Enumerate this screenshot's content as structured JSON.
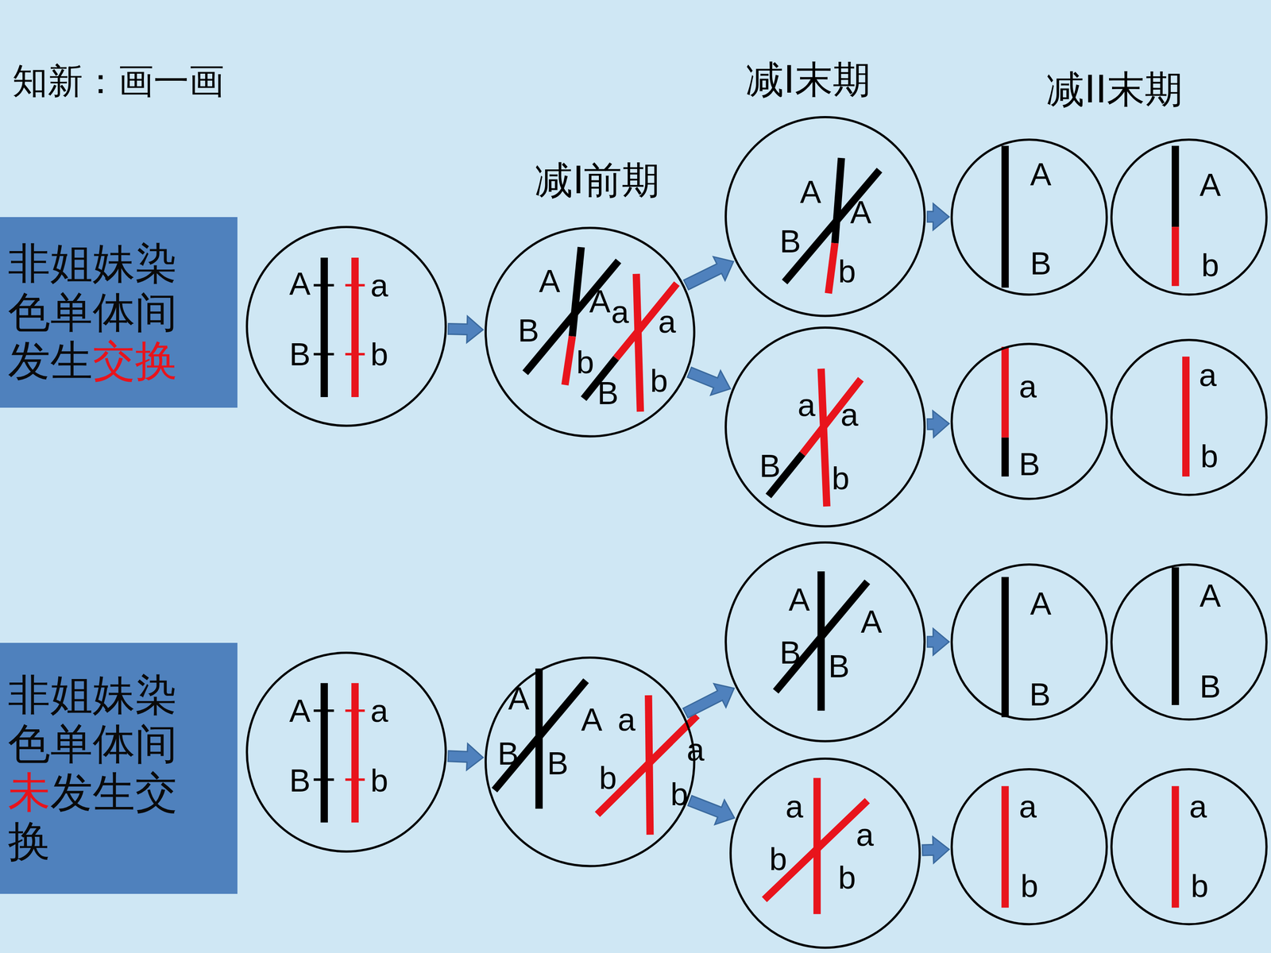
{
  "diagram": {
    "title": "知新：画一画",
    "nodes": [
      {
        "text": [
          "非姐妹染色单体间发生交换"
        ]
      },
      {
        "text": [
          "A",
          "a",
          "B",
          "b"
        ]
      },
      {
        "text": [
          "A",
          "A",
          "a",
          "a",
          "B",
          "b",
          "B",
          "b"
        ]
      },
      {
        "text": [
          "A",
          "A",
          "B",
          "b"
        ]
      },
      {
        "text": [
          "a",
          "a",
          "B",
          "b"
        ]
      },
      {
        "text": [
          "A",
          "B"
        ]
      },
      {
        "text": [
          "A",
          "b"
        ]
      },
      {
        "text": [
          "a",
          "B"
        ]
      },
      {
        "text": [
          "a",
          "b"
        ]
      },
      {
        "text": [
          "非姐妹染色单体间未发生交换"
        ]
      },
      {
        "text": [
          "A",
          "a",
          "B",
          "b"
        ]
      },
      {
        "text": [
          "A",
          "A",
          "B",
          "B",
          "a",
          "a",
          "b",
          "b"
        ]
      },
      {
        "text": [
          "A",
          "A",
          "B",
          "B"
        ]
      },
      {
        "text": [
          "a",
          "a",
          "b",
          "b"
        ]
      },
      {
        "text": [
          "A",
          "B"
        ]
      },
      {
        "text": [
          "A",
          "B"
        ]
      },
      {
        "text": [
          "a",
          "b"
        ]
      },
      {
        "text": [
          "a",
          "b"
        ]
      }
    ],
    "edges": [
      {
        "from": 1,
        "to": 2,
        "arrow": "to"
      },
      {
        "from": 2,
        "to": 3,
        "arrow": "to"
      },
      {
        "from": 2,
        "to": 4,
        "arrow": "to"
      },
      {
        "from": 3,
        "to": 5,
        "arrow": "to"
      },
      {
        "from": 4,
        "to": 7,
        "arrow": "to"
      },
      {
        "from": 10,
        "to": 11,
        "arrow": "to"
      },
      {
        "from": 11,
        "to": 12,
        "arrow": "to"
      },
      {
        "from": 11,
        "to": 13,
        "arrow": "to"
      },
      {
        "from": 12,
        "to": 14,
        "arrow": "to"
      },
      {
        "from": 13,
        "to": 16,
        "arrow": "to"
      }
    ],
    "labels": [
      "减I前期",
      "减I末期",
      "减II末期"
    ]
  }
}
